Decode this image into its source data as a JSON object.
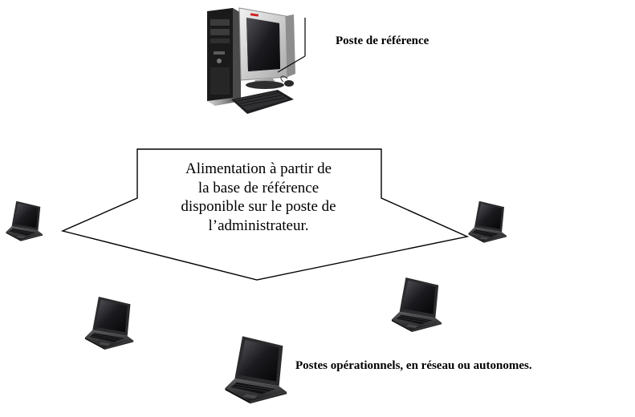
{
  "reference_station": {
    "label": "Poste de référence",
    "icon": "desktop-computer-icon"
  },
  "callout": {
    "lines": [
      "Alimentation à partir de",
      "la base de référence",
      "disponible sur le poste de",
      "l’administrateur."
    ]
  },
  "operational_stations": {
    "label": "Postes opérationnels, en réseau  ou autonomes.",
    "icon": "laptop-icon",
    "count": 5
  }
}
